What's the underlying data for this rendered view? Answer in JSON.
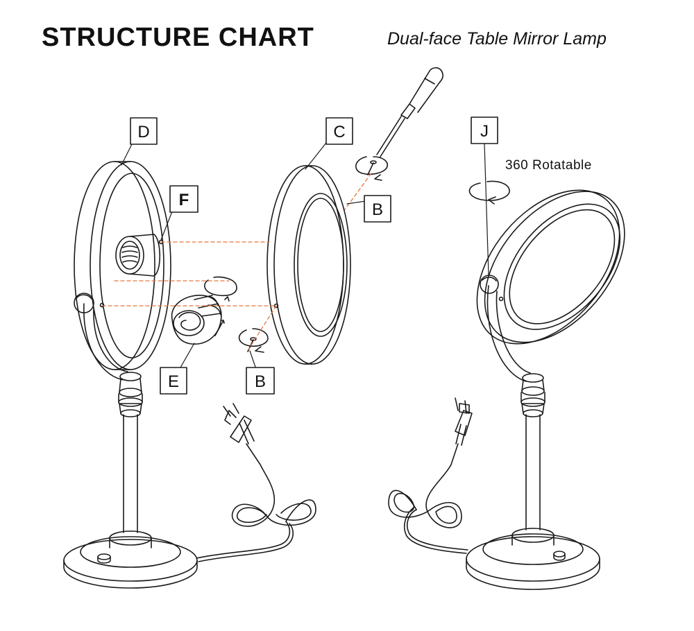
{
  "header": {
    "title": "STRUCTURE CHART",
    "subtitle": "Dual-face Table Mirror Lamp"
  },
  "labels": {
    "D": "D",
    "C": "C",
    "F": "F",
    "E": "E",
    "B_top": "B",
    "B_bottom": "B",
    "J": "J"
  },
  "annotations": {
    "rotatable": "360 Rotatable"
  },
  "colors": {
    "line": "#1a1a1a",
    "guide": "#e8743b"
  }
}
